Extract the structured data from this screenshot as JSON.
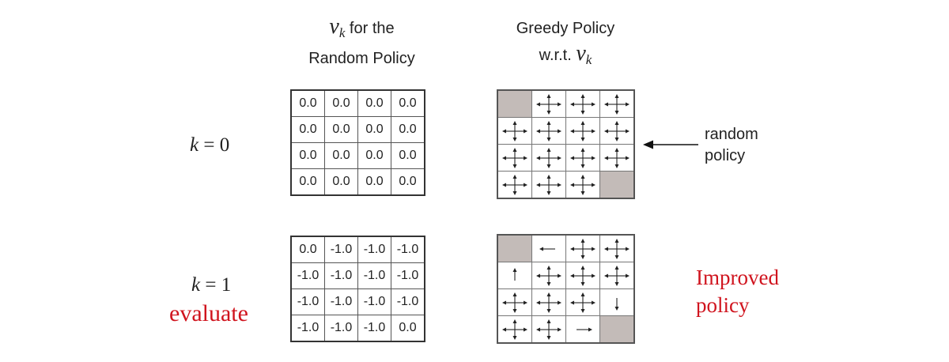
{
  "headers": {
    "values": {
      "symbol": "v",
      "subscript": "k",
      "line1": " for the",
      "line2": "Random Policy"
    },
    "policy": {
      "line1": "Greedy Policy",
      "line2_prefix": "w.r.t. ",
      "symbol": "v",
      "subscript": "k"
    }
  },
  "rows": [
    {
      "k_var": "k",
      "k_value": " = 0",
      "red_label": "",
      "values": [
        [
          "0.0",
          "0.0",
          "0.0",
          "0.0"
        ],
        [
          "0.0",
          "0.0",
          "0.0",
          "0.0"
        ],
        [
          "0.0",
          "0.0",
          "0.0",
          "0.0"
        ],
        [
          "0.0",
          "0.0",
          "0.0",
          "0.0"
        ]
      ],
      "policy": [
        [
          "terminal",
          "all",
          "all",
          "all"
        ],
        [
          "all",
          "all",
          "all",
          "all"
        ],
        [
          "all",
          "all",
          "all",
          "all"
        ],
        [
          "all",
          "all",
          "all",
          "terminal"
        ]
      ],
      "annotation": {
        "line1": "random",
        "line2": "policy"
      }
    },
    {
      "k_var": "k",
      "k_value": " = 1",
      "red_label": "evaluate",
      "values": [
        [
          "0.0",
          "-1.0",
          "-1.0",
          "-1.0"
        ],
        [
          "-1.0",
          "-1.0",
          "-1.0",
          "-1.0"
        ],
        [
          "-1.0",
          "-1.0",
          "-1.0",
          "-1.0"
        ],
        [
          "-1.0",
          "-1.0",
          "-1.0",
          "0.0"
        ]
      ],
      "policy": [
        [
          "terminal",
          "left",
          "all",
          "all"
        ],
        [
          "up",
          "all",
          "all",
          "all"
        ],
        [
          "all",
          "all",
          "all",
          "down"
        ],
        [
          "all",
          "all",
          "right",
          "terminal"
        ]
      ],
      "annotation": {
        "line1": "Improved",
        "line2": "policy"
      }
    }
  ],
  "colors": {
    "terminal": "#c3bbb8",
    "accent_red": "#d0141e",
    "ink": "#222222"
  }
}
